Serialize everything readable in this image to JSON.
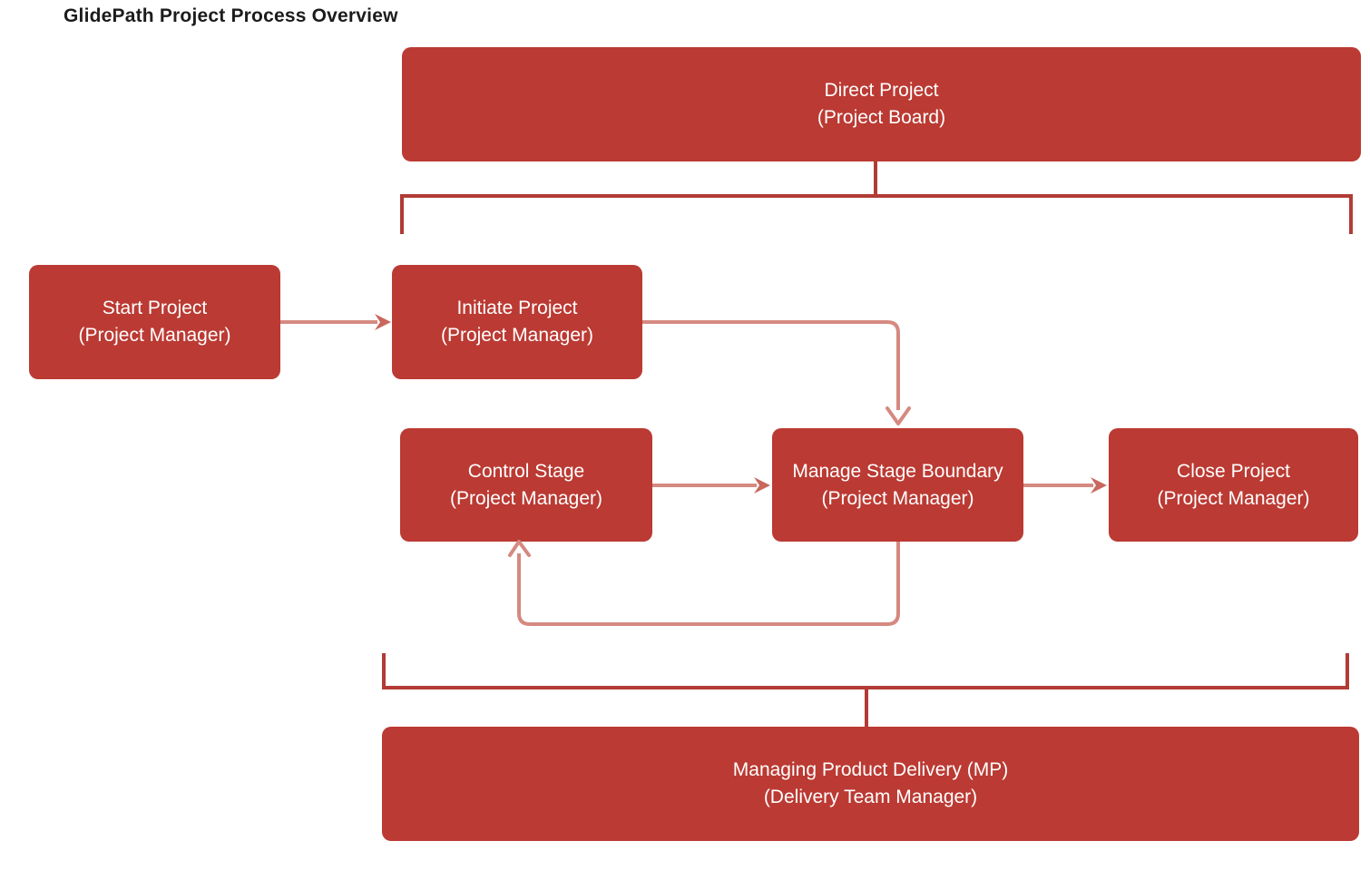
{
  "title": "GlidePath Project Process Overview",
  "colors": {
    "background": "#ffffff",
    "box_fill": "#bb3a33",
    "box_text": "#ffffff",
    "bracket": "#b23b35",
    "arrow": "#d58981",
    "arrow_head": "#c9675e",
    "title_text": "#1c1c1c"
  },
  "nodes": [
    {
      "id": "direct-project",
      "line1": "Direct Project",
      "line2": "(Project Board)"
    },
    {
      "id": "start-project",
      "line1": "Start Project",
      "line2": "(Project Manager)"
    },
    {
      "id": "initiate-project",
      "line1": "Initiate Project",
      "line2": "(Project Manager)"
    },
    {
      "id": "control-stage",
      "line1": "Control Stage",
      "line2": "(Project Manager)"
    },
    {
      "id": "manage-stage-boundary",
      "line1": "Manage Stage Boundary",
      "line2": "(Project Manager)"
    },
    {
      "id": "close-project",
      "line1": "Close Project",
      "line2": "(Project Manager)"
    },
    {
      "id": "managing-product-delivery",
      "line1": "Managing Product Delivery (MP)",
      "line2": "(Delivery Team Manager)"
    }
  ]
}
